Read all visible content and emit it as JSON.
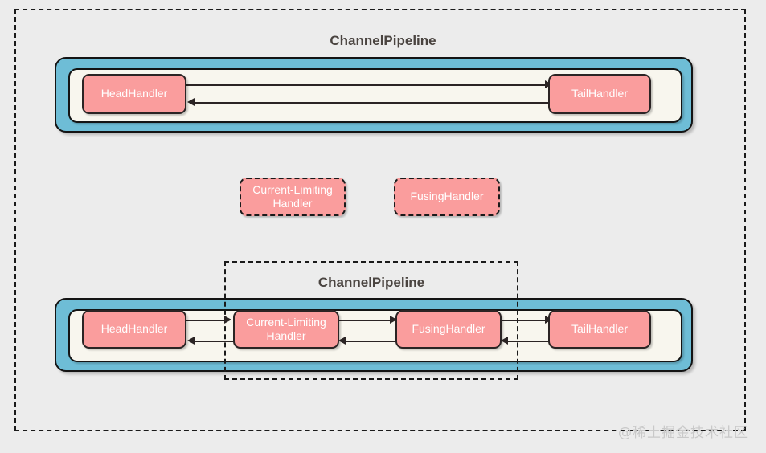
{
  "diagram": {
    "background_color": "#ececec",
    "accent_pipeline_color": "#6ebdd6",
    "handler_color": "#fa9d9d",
    "inner_band_color": "#f8f6ee",
    "outline_color": "#1a1a1a"
  },
  "top_section": {
    "title": "ChannelPipeline",
    "handlers": [
      {
        "label": "HeadHandler"
      },
      {
        "label": "TailHandler"
      }
    ],
    "flows": [
      {
        "direction": "right",
        "name": "outbound-to-tail"
      },
      {
        "direction": "left",
        "name": "inbound-to-head"
      }
    ]
  },
  "middle_section": {
    "handlers": [
      {
        "label_line1": "Current-Limiting",
        "label_line2": "Handler"
      },
      {
        "label_line1": "FusingHandler",
        "label_line2": ""
      }
    ]
  },
  "bottom_section": {
    "title": "ChannelPipeline",
    "handlers": [
      {
        "label_line1": "HeadHandler",
        "label_line2": ""
      },
      {
        "label_line1": "Current-Limiting",
        "label_line2": "Handler"
      },
      {
        "label_line1": "FusingHandler",
        "label_line2": ""
      },
      {
        "label_line1": "TailHandler",
        "label_line2": ""
      }
    ]
  },
  "watermark": {
    "text": "@稀土掘金技术社区"
  }
}
